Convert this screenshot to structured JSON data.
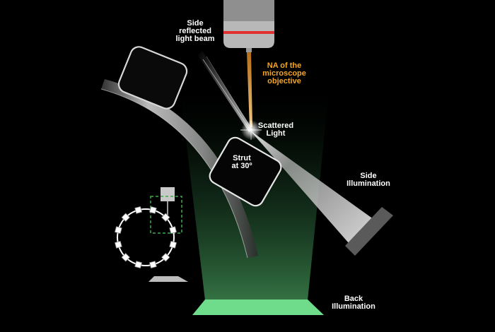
{
  "labels": {
    "side_reflected": "Side\nreflected\nlight beam",
    "na_objective": "NA of the\nmicroscope\nobjective",
    "scattered": "Scattered\nLight",
    "strut": "Strut\nat 30º",
    "side_illumination": "Side\nIllumination",
    "back_illumination": "Back\nIllumination"
  },
  "colors": {
    "background": "#000000",
    "text": "#ffffff",
    "na_label": "#f5a623",
    "objective_band": "#e03030",
    "green_light": "#6fdc8c",
    "dashed_box": "#3fa84a"
  }
}
